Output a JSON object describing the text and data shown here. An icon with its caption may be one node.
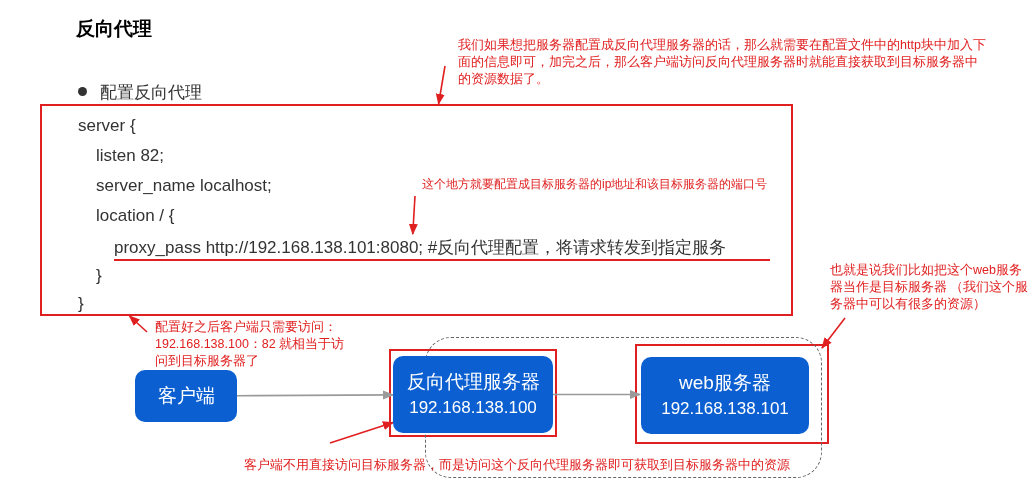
{
  "diagram": {
    "title": "反向代理",
    "nodes": [
      {
        "text": [
          "客户端"
        ]
      },
      {
        "text": [],
        "shape": "box"
      },
      {
        "text": [
          "反向代理服务器",
          "192.168.138.100"
        ]
      },
      {
        "text": [
          "web服务器",
          "192.168.138.101"
        ],
        "in": 1
      },
      {
        "text": [
          "server {",
          "listen 82;",
          "server_name localhost;",
          "location / {",
          "}",
          "}"
        ],
        "beside": [
          "配置反向代理"
        ]
      },
      {
        "text": [
          "我们如果想把服务器配置成反向代理服务器的话，那么就需要在配置文件中的http块中加入下面的信息即可，加完之后，那么客户端访问反向代理服务器时就能直接获取到目标服务器中的资源数据了。"
        ]
      },
      {
        "text": [
          "这个地方就要配置成目标服务器的ip地址和该目标服务器的端口号"
        ],
        "in": 4
      },
      {
        "text": [
          "配置好之后客户端只需要访问： 192.168.138.100：82 就相当于访问到目标服务器了"
        ]
      },
      {
        "text": [
          "也就是说我们比如把这个web服务器当作是目标服务器 （我们这个服务器中可以有很多的资源）"
        ]
      },
      {
        "text": [
          "客户端不用直接访问目标服务器，而是访问这个反向代理服务器即可获取到目标服务器中的资源"
        ]
      },
      {
        "text": [
          "proxy_pass http://192.168.138.101:8080; #反向代理配置，将请求转发到指定服务"
        ],
        "in": 4
      }
    ],
    "edges": [
      {
        "from": 0,
        "to": 2,
        "arrow": "to",
        "color": "#9a9a9a"
      },
      {
        "from": 2,
        "to": 3,
        "arrow": "to",
        "color": "#9a9a9a"
      },
      {
        "from": 5,
        "to": 4,
        "arrow": "to"
      },
      {
        "from": 6,
        "to": 10,
        "arrow": "to"
      },
      {
        "from": 7,
        "to": 4,
        "arrow": "to"
      },
      {
        "from": 8,
        "to": 1,
        "arrow": "to"
      },
      {
        "from": 9,
        "to": 2,
        "arrow": "to"
      }
    ]
  }
}
